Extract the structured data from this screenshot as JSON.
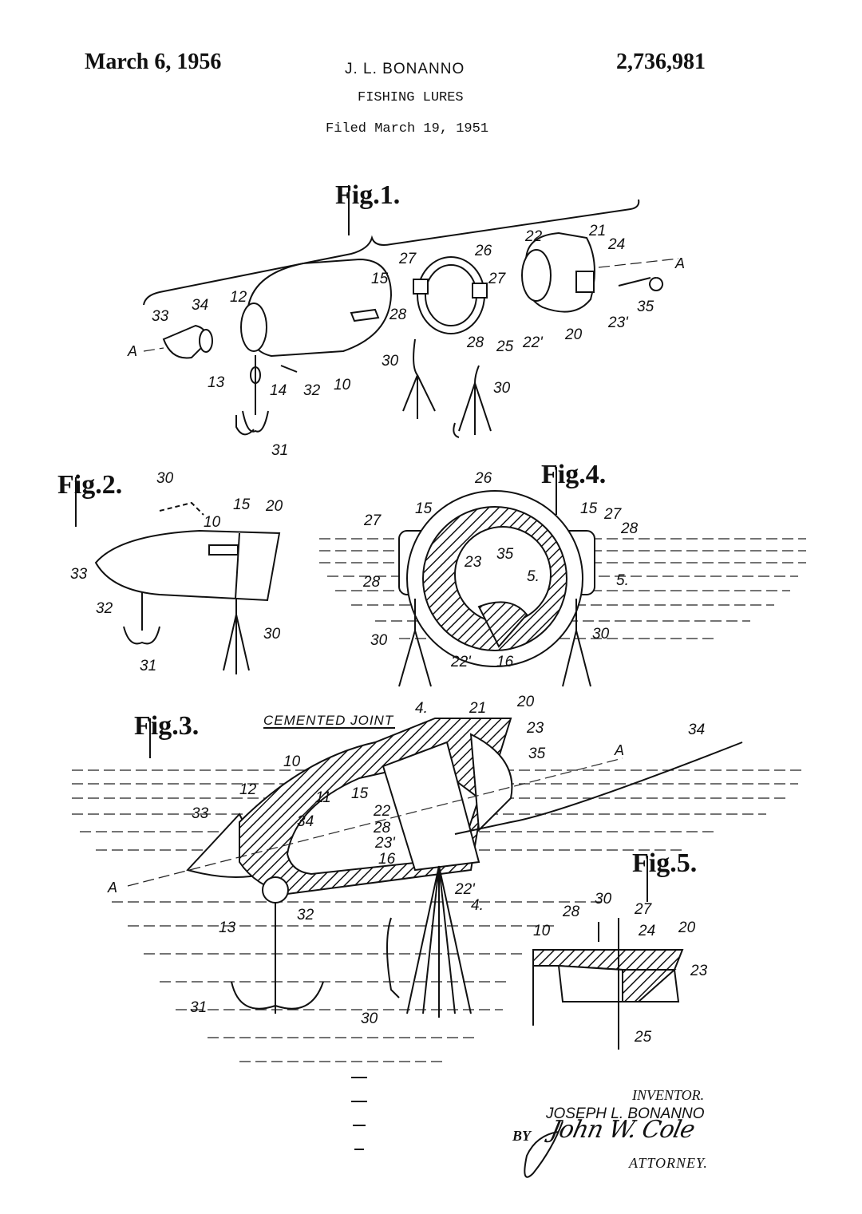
{
  "header": {
    "date": "March 6, 1956",
    "inventor": "J. L. BONANNO",
    "patent_number": "2,736,981",
    "title": "FISHING LURES",
    "filed": "Filed March 19, 1951"
  },
  "figures": {
    "fig1": {
      "label": "Fig.1.",
      "axis": [
        "A",
        "A"
      ],
      "numerals": [
        "33",
        "34",
        "12",
        "13",
        "14",
        "32",
        "10",
        "15",
        "31",
        "27",
        "26",
        "28",
        "27",
        "28",
        "25",
        "30",
        "30",
        "22",
        "21",
        "24",
        "22'",
        "20",
        "23'",
        "35"
      ]
    },
    "fig2": {
      "label": "Fig.2.",
      "numerals": [
        "30",
        "10",
        "15",
        "20",
        "33",
        "32",
        "31",
        "30"
      ]
    },
    "fig4": {
      "label": "Fig.4.",
      "numerals": [
        "26",
        "27",
        "15",
        "15",
        "27",
        "28",
        "28",
        "23",
        "35",
        "5.",
        "5.",
        "30",
        "22'",
        "16",
        "30"
      ]
    },
    "fig3": {
      "label": "Fig.3.",
      "caption": "CEMENTED JOINT",
      "axis": [
        "A",
        "A"
      ],
      "numerals": [
        "4.",
        "21",
        "20",
        "23",
        "35",
        "34",
        "10",
        "12",
        "33",
        "11",
        "34",
        "15",
        "22",
        "28",
        "23'",
        "16",
        "13",
        "32",
        "22'",
        "4.",
        "31",
        "30"
      ]
    },
    "fig5": {
      "label": "Fig.5.",
      "numerals": [
        "30",
        "28",
        "27",
        "24",
        "20",
        "10",
        "23",
        "25"
      ]
    }
  },
  "signature": {
    "inventor_label": "INVENTOR.",
    "inventor_name": "JOSEPH L. BONANNO",
    "by": "BY",
    "attorney_signature": "John W. Cole",
    "attorney_label": "ATTORNEY."
  }
}
